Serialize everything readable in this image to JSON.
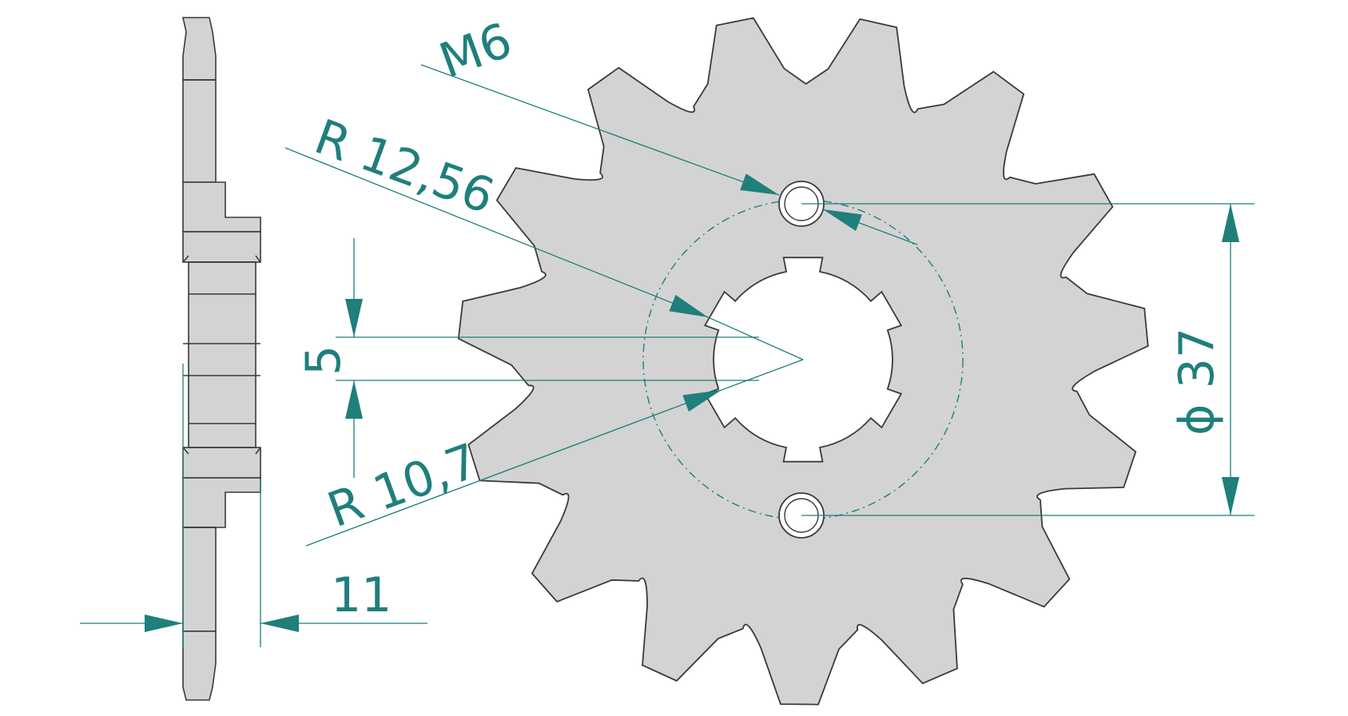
{
  "dimensions": {
    "thread": "M6",
    "outer_radius": "R 12,56",
    "inner_radius": "R 10,7",
    "spline_width": "5",
    "hole_spacing": "ϕ 37",
    "thickness": "11"
  },
  "sprocket": {
    "teeth": 15,
    "spline_teeth": 6,
    "bolt_holes": 2
  },
  "colors": {
    "part_fill": "#d3d3d3",
    "outline": "#3a3a3a",
    "dimension": "#1f7f7b"
  }
}
